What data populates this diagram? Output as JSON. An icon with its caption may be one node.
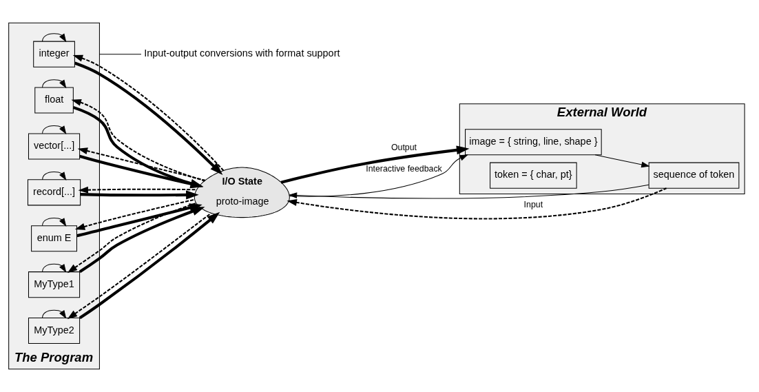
{
  "diagram": {
    "nodes": [
      {
        "text": [
          "The Program"
        ]
      },
      {
        "text": [
          "integer"
        ],
        "in": 0
      },
      {
        "text": [
          "float"
        ],
        "in": 0
      },
      {
        "text": [
          "vector[...]"
        ],
        "in": 0
      },
      {
        "text": [
          "record[...]"
        ],
        "in": 0
      },
      {
        "text": [
          "enum E"
        ],
        "in": 0
      },
      {
        "text": [
          "MyType1"
        ],
        "in": 0
      },
      {
        "text": [
          "MyType2"
        ],
        "in": 0
      },
      {
        "text": [
          "I/O State",
          "proto-image"
        ]
      },
      {
        "text": [
          "External World"
        ]
      },
      {
        "text": [
          "image = { string, line, shape }"
        ],
        "in": 9
      },
      {
        "text": [
          "sequence of token"
        ],
        "in": 9
      },
      {
        "text": [
          "token = { char, pt}"
        ],
        "in": 9
      },
      {
        "text": [
          "Input-output conversions with format support"
        ]
      }
    ],
    "edges": [
      {
        "from": 1,
        "to": 1,
        "arrow": "to"
      },
      {
        "from": 2,
        "to": 2,
        "arrow": "to"
      },
      {
        "from": 3,
        "to": 3,
        "arrow": "to"
      },
      {
        "from": 4,
        "to": 4,
        "arrow": "to"
      },
      {
        "from": 5,
        "to": 5,
        "arrow": "to"
      },
      {
        "from": 6,
        "to": 6,
        "arrow": "to"
      },
      {
        "from": 7,
        "to": 7,
        "arrow": "to"
      },
      {
        "from": 1,
        "to": 8,
        "arrow": "to",
        "style": "thick"
      },
      {
        "from": 2,
        "to": 8,
        "arrow": "to",
        "style": "thick"
      },
      {
        "from": 3,
        "to": 8,
        "arrow": "to",
        "style": "thick"
      },
      {
        "from": 4,
        "to": 8,
        "arrow": "to",
        "style": "thick"
      },
      {
        "from": 5,
        "to": 8,
        "arrow": "to",
        "style": "thick"
      },
      {
        "from": 6,
        "to": 8,
        "arrow": "to",
        "style": "thick"
      },
      {
        "from": 7,
        "to": 8,
        "arrow": "to",
        "style": "thick"
      },
      {
        "from": 8,
        "to": 1,
        "arrow": "to",
        "style": "dashed"
      },
      {
        "from": 8,
        "to": 2,
        "arrow": "to",
        "style": "dashed"
      },
      {
        "from": 8,
        "to": 3,
        "arrow": "to",
        "style": "dashed"
      },
      {
        "from": 8,
        "to": 4,
        "arrow": "to",
        "style": "dashed"
      },
      {
        "from": 8,
        "to": 5,
        "arrow": "to",
        "style": "dashed"
      },
      {
        "from": 8,
        "to": 6,
        "arrow": "to",
        "style": "dashed"
      },
      {
        "from": 8,
        "to": 7,
        "arrow": "to",
        "style": "dashed"
      },
      {
        "from": 8,
        "to": 10,
        "label": "Output",
        "arrow": "to",
        "style": "thick"
      },
      {
        "from": 8,
        "to": 10,
        "label": "Interactive feedback",
        "arrow": "to"
      },
      {
        "from": 10,
        "to": 11,
        "arrow": "to"
      },
      {
        "from": 11,
        "to": 8,
        "arrow": "to"
      },
      {
        "from": 11,
        "to": 8,
        "label": "Input",
        "arrow": "to",
        "style": "dashed"
      },
      {
        "from": 13,
        "to": 0,
        "arrow": "none"
      }
    ]
  }
}
